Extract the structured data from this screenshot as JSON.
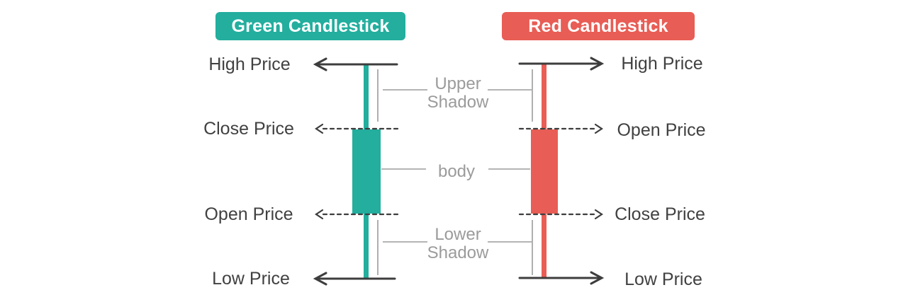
{
  "green_column": {
    "header": "Green Candlestick",
    "labels": {
      "high": "High Price",
      "close": "Close Price",
      "open": "Open Price",
      "low": "Low Price"
    }
  },
  "red_column": {
    "header": "Red Candlestick",
    "labels": {
      "high": "High Price",
      "open": "Open Price",
      "close": "Close Price",
      "low": "Low Price"
    }
  },
  "annotations": {
    "upper_shadow_line1": "Upper",
    "upper_shadow_line2": "Shadow",
    "body": "body",
    "lower_shadow_line1": "Lower",
    "lower_shadow_line2": "Shadow"
  },
  "colors": {
    "green_candle": "#23AE9E",
    "red_candle": "#E85D55",
    "arrow_dark": "#3D3D3D",
    "annotation_gray": "#9B9B9B",
    "label_text": "#414141"
  }
}
